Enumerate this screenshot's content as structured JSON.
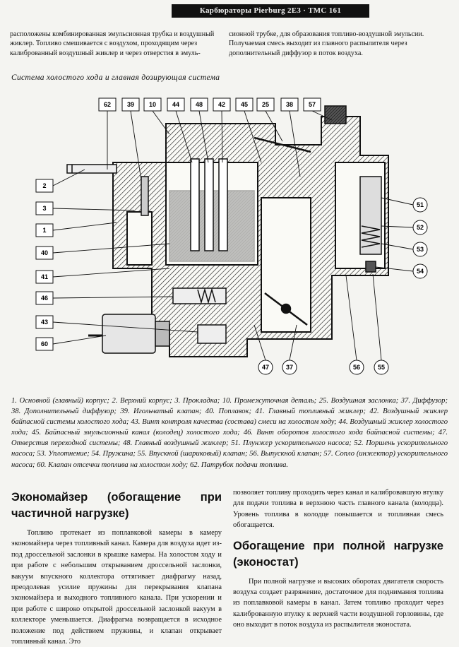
{
  "header": {
    "title": "Карбюраторы Pierburg 2E3 · ТМС 161"
  },
  "top": {
    "left_text": "расположены комбинированная эмульсионная трубка и воздушный жиклер. Топливо смешивается с воздухом, проходящим через калиброванный воздушный жиклер и через отверстия в эмуль-",
    "right_text": "сионной трубке, для образования топливо-воздушной эмульсии. Получаемая смесь выходит из главного распылителя через дополнительный диффузор в поток воздуха."
  },
  "figure": {
    "caption": "Система холостого хода и главная дозирующая система",
    "top_labels": [
      "62",
      "39",
      "10",
      "44",
      "48",
      "42",
      "45",
      "25",
      "38",
      "57"
    ],
    "left_labels": [
      "2",
      "3",
      "1",
      "40",
      "41",
      "46",
      "43",
      "60"
    ],
    "right_labels": [
      "51",
      "52",
      "53",
      "54"
    ],
    "bottom_labels": [
      "47",
      "37",
      "56",
      "55"
    ]
  },
  "legend": {
    "text": "1. Основной (главный) корпус; 2. Верхний корпус; 3. Прокладка; 10. Промежуточная деталь; 25. Воздушная заслонка; 37. Диффузор; 38. Дополнительный диффузор; 39. Игольчатый клапан; 40. Поплавок; 41. Главный топливный жиклер; 42. Воздушный жиклер байпасной системы холостого хода; 43. Винт контроля качества (состава) смеси на холостом ходу; 44. Воздушный жиклер холостого хода; 45. Байпасный эмульсионный канал (колодец) холостого хода; 46. Винт оборотов холостого хода байпасной системы; 47. Отверстия переходной системы; 48. Главный воздушный жиклер; 51. Плунжер ускорительного насоса; 52. Поршень ускорительного насоса; 53. Уплотнение; 54. Пружина; 55. Впускной (шариковый) клапан; 56. Выпускной клапан; 57. Сопло (инжектор) ускорительного насоса; 60. Клапан отсечки топлива на холостом ходу; 62. Патрубок подачи топлива."
  },
  "left_column": {
    "heading": "Экономайзер (обогащение при частичной нагрузке)",
    "paragraph": "Топливо протекает из поплавковой камеры в камеру экономайзера через топливный канал. Камера для воздуха идет из-под дроссельной заслонки в крышке камеры. На холостом ходу и при работе с небольшим открыванием дроссельной заслонки, вакуум впускного коллектора оттягивает диафрагму назад, преодолевая усилие пружины для перекрывания клапана экономайзера и выходного топливного канала. При ускорении и при работе с широко открытой дроссельной заслонкой вакуум в коллекторе уменьшается. Диафрагма возвращается в исходное положение под действием пружины, и клапан открывает топливный канал. Это"
  },
  "right_column": {
    "paragraph1": "позволяет топливу проходить через канал и калибровавшую втулку для подачи топлива в верхнюю часть главного канала (колодца). Уровень топлива в колодце повышается и топливная смесь обогащается.",
    "heading": "Обогащение при полной нагрузке (эконостат)",
    "paragraph2": "При полной нагрузке и высоких оборотах двигателя скорость воздуха создает разряжение, достаточное для поднимания топлива из поплавковой камеры в канал. Затем топливо проходит через калиброванную втулку к верхней части воздушной горловины, где оно выходит в поток воздуха из распылителя эконостата."
  }
}
